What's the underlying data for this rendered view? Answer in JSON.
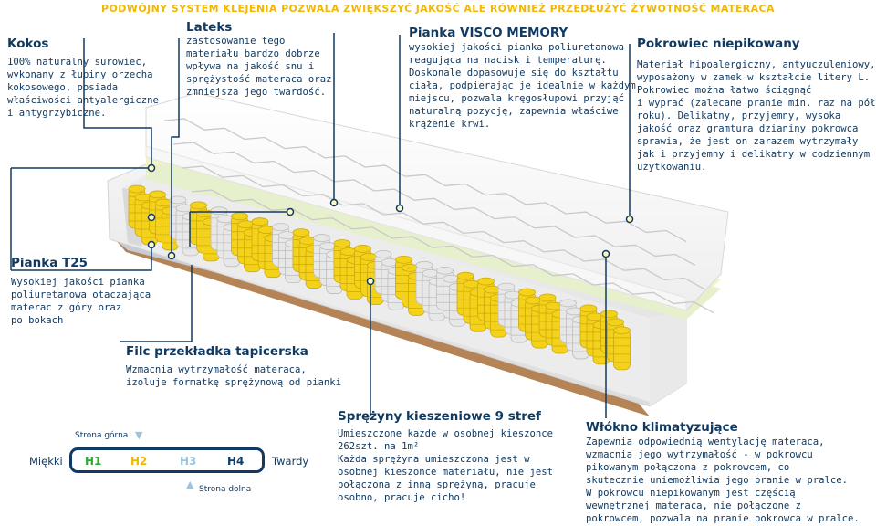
{
  "banner": "PODWÓJNY SYSTEM KLEJENIA POZWALA ZWIĘKSZYĆ JAKOŚĆ ALE RÓWNIEŻ PRZEDŁUŻYĆ ŻYWOTNOŚĆ MATERACA",
  "kokos": {
    "title": "Kokos",
    "text": "100% naturalny surowiec,\nwykonany z łupiny orzecha\nkokosowego, posiada\nwłaściwości antyalergiczne\ni antygrzybiczne."
  },
  "lateks": {
    "title": "Lateks",
    "text": "zastosowanie tego\nmateriału bardzo dobrze\nwpływa na jakość snu i\nsprężystość materaca oraz\nzmniejsza jego twardość."
  },
  "visco": {
    "title": "Pianka VISCO MEMORY",
    "text": "wysokiej jakości pianka poliuretanowa\nreagująca na nacisk i temperaturę.\nDoskonale dopasowuje się do kształtu\nciała, podpierając je idealnie w każdym\nmiejscu, pozwala kręgosłupowi przyjąć\nnaturalną pozycję, zapewnia właściwe\nkrążenie krwi."
  },
  "pokrowiec": {
    "title": "Pokrowiec niepikowany",
    "text": "Materiał hipoalergiczny, antyuczuleniowy,\nwyposażony w zamek w kształcie litery L.\nPokrowiec można łatwo ściągnąć\ni wyprać (zalecane pranie min. raz na pół\nroku). Delikatny, przyjemny, wysoka\njakość oraz gramtura dzianiny pokrowca\nsprawia, że jest on zarazem wytrzymały\njak i przyjemny i delikatny w codziennym\nużytkowaniu."
  },
  "t25": {
    "title": "Pianka T25",
    "text": "Wysokiej jakości pianka\npoliuretanowa otaczająca\nmaterac z góry oraz\npo bokach"
  },
  "filc": {
    "title": "Filc przekładka tapicerska",
    "text": "Wzmacnia wytrzymałość materaca,\nizoluje formatkę sprężynową od pianki"
  },
  "sprezyny": {
    "title": "Sprężyny kieszeniowe 9 stref",
    "text": "Umieszczone każde w osobnej kieszonce\n262szt. na 1m²\nKażda sprężyna umieszczona jest w\nosobnej kieszonce materiału, nie jest\npołączona z inną sprężyną, pracuje\nosobno, pracuje cicho!"
  },
  "wlokno": {
    "title": "Włókno klimatyzujące",
    "text": "Zapewnia odpowiednią wentylację materaca,\nwzmacnia jego wytrzymałość - w pokrowcu\npikowanym połączona z pokrowcem, co\nskutecznie uniemożliwia jego pranie w pralce.\nW pokrowcu niepikowanym jest częścią\nwewnętrznej materaca, nie połączone z\npokrowcem, pozwala na pranie pokrowca w pralce."
  },
  "scale": {
    "left": "Miękki",
    "right": "Twardy",
    "top_label": "Strona górna",
    "bottom_label": "Strona dolna",
    "levels": [
      {
        "label": "H1",
        "color": "#2ea836"
      },
      {
        "label": "H2",
        "color": "#f2b705"
      },
      {
        "label": "H3",
        "color": "#9ec4de"
      },
      {
        "label": "H4",
        "color": "#113a62"
      }
    ]
  },
  "colors": {
    "text": "#113a62",
    "banner": "#f2b705",
    "spring_yellow": "#f5d21a",
    "spring_white": "#e7e7e7"
  }
}
